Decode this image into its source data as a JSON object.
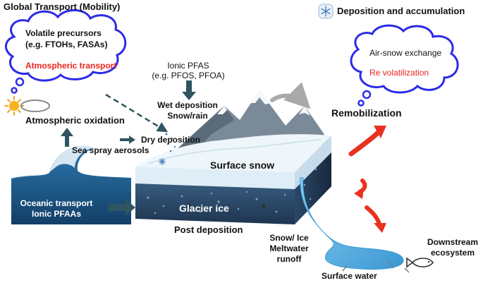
{
  "labels": {
    "global_transport": "Global Transport (Mobility)",
    "deposition_accumulation": "Deposition and accumulation",
    "volatile_precursors_line1": "Volatile precursors",
    "volatile_precursors_line2": "(e.g. FTOHs, FASAs)",
    "atmospheric_transport": "Atmospheric transport",
    "ionic_pfas_line1": "Ionic PFAS",
    "ionic_pfas_line2": "(e.g. PFOS, PFOA)",
    "wet_deposition_line1": "Wet deposition",
    "wet_deposition_line2": "Snow/rain",
    "air_snow_exchange": "Air-snow exchange",
    "re_volatilization": "Re volatilization",
    "remobilization": "Remobilization",
    "atmospheric_oxidation": "Atmospheric oxidation",
    "dry_deposition": "Dry deposition",
    "sea_spray_aerosols": "Sea spray aerosols",
    "surface_snow": "Surface snow",
    "glacier_ice": "Glacier ice",
    "oceanic_line1": "Oceanic transport",
    "oceanic_line2": "Ionic PFAAs",
    "post_deposition": "Post deposition",
    "meltwater_line1": "Snow/ Ice",
    "meltwater_line2": "Meltwater",
    "meltwater_line3": "runoff",
    "downstream_line1": "Downstream",
    "downstream_line2": "ecosystem",
    "surface_water": "Surface water"
  },
  "colors": {
    "red_text": "#e8241c",
    "red_arrow": "#e8321f",
    "dark_arrow": "#2f5560",
    "cloud_outline": "#2b2be8",
    "ocean": "#1f5d8c",
    "ice_block": "#2f4f70",
    "snow_top": "#e6f2f8",
    "meltwater": "#5fb3e0"
  },
  "icons": {
    "sun": "sun-icon",
    "snowflake": "snowflake-icon",
    "fish": "fish-icon"
  }
}
